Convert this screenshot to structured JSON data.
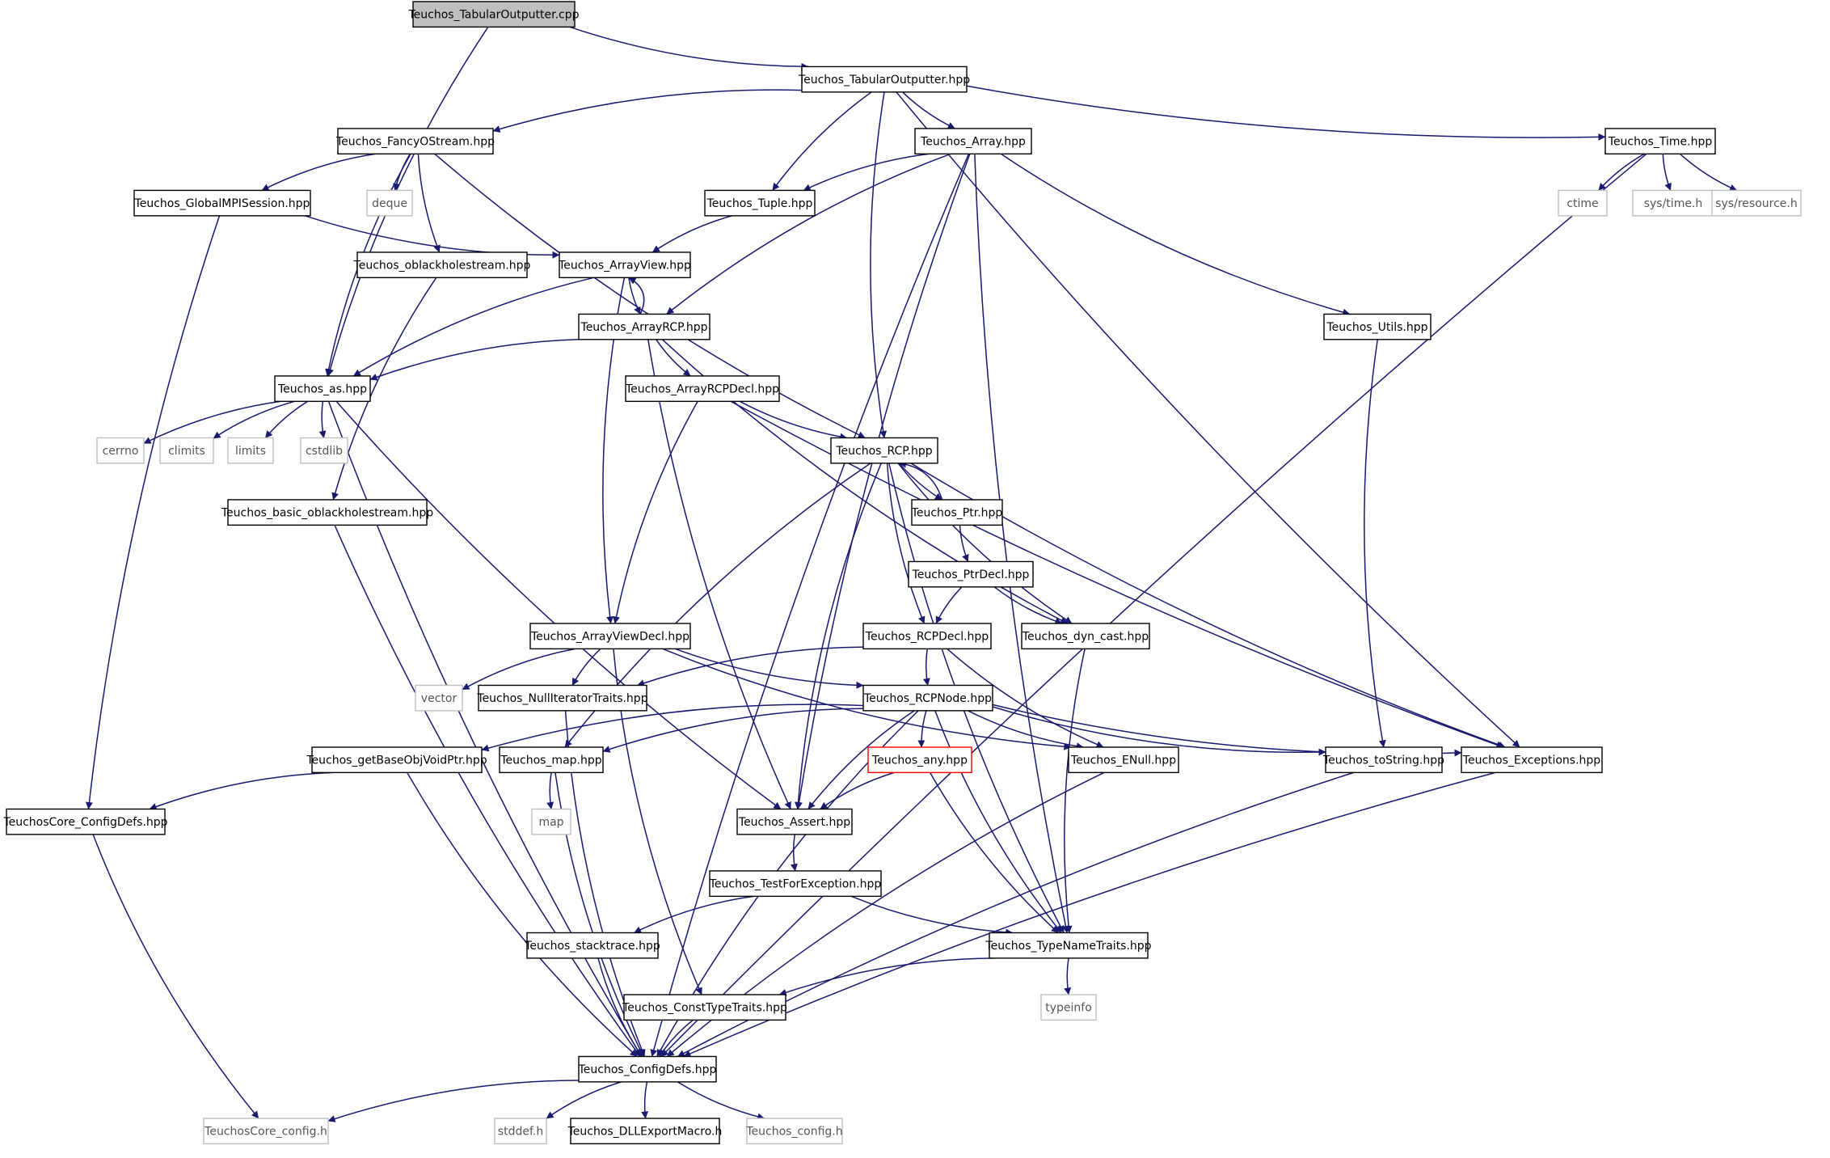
{
  "graph": {
    "root": "Teuchos_TabularOutputter.cpp",
    "colors": {
      "edge": "#191970",
      "documented_border": "#000000",
      "external_border": "#bfbfbf",
      "external_text": "#555555",
      "root_fill": "#bfbfbf",
      "highlight_border": "#ff0000"
    },
    "nodes": {
      "tabout_cpp": {
        "label": "Teuchos_TabularOutputter.cpp",
        "kind": "root"
      },
      "tabout_hpp": {
        "label": "Teuchos_TabularOutputter.hpp",
        "kind": "doc"
      },
      "fancy": {
        "label": "Teuchos_FancyOStream.hpp",
        "kind": "doc"
      },
      "array": {
        "label": "Teuchos_Array.hpp",
        "kind": "doc"
      },
      "time": {
        "label": "Teuchos_Time.hpp",
        "kind": "doc"
      },
      "globalmpi": {
        "label": "Teuchos_GlobalMPISession.hpp",
        "kind": "doc"
      },
      "deque": {
        "label": "deque",
        "kind": "ext"
      },
      "tuple": {
        "label": "Teuchos_Tuple.hpp",
        "kind": "doc"
      },
      "ctime": {
        "label": "ctime",
        "kind": "ext"
      },
      "systime": {
        "label": "sys/time.h",
        "kind": "ext"
      },
      "sysres": {
        "label": "sys/resource.h",
        "kind": "ext"
      },
      "oblack": {
        "label": "Teuchos_oblackholestream.hpp",
        "kind": "doc"
      },
      "arrayview": {
        "label": "Teuchos_ArrayView.hpp",
        "kind": "doc"
      },
      "arrayrcp": {
        "label": "Teuchos_ArrayRCP.hpp",
        "kind": "doc"
      },
      "utils": {
        "label": "Teuchos_Utils.hpp",
        "kind": "doc"
      },
      "as": {
        "label": "Teuchos_as.hpp",
        "kind": "doc"
      },
      "arrayrcpdecl": {
        "label": "Teuchos_ArrayRCPDecl.hpp",
        "kind": "doc"
      },
      "cerrno": {
        "label": "cerrno",
        "kind": "ext"
      },
      "climits": {
        "label": "climits",
        "kind": "ext"
      },
      "limits": {
        "label": "limits",
        "kind": "ext"
      },
      "cstdlib": {
        "label": "cstdlib",
        "kind": "ext"
      },
      "rcp": {
        "label": "Teuchos_RCP.hpp",
        "kind": "doc"
      },
      "basicoblack": {
        "label": "Teuchos_basic_oblackholestream.hpp",
        "kind": "doc"
      },
      "ptr": {
        "label": "Teuchos_Ptr.hpp",
        "kind": "doc"
      },
      "ptrdecl": {
        "label": "Teuchos_PtrDecl.hpp",
        "kind": "doc"
      },
      "arrayviewdecl": {
        "label": "Teuchos_ArrayViewDecl.hpp",
        "kind": "doc"
      },
      "rcpdecl": {
        "label": "Teuchos_RCPDecl.hpp",
        "kind": "doc"
      },
      "dyncast": {
        "label": "Teuchos_dyn_cast.hpp",
        "kind": "doc"
      },
      "vector": {
        "label": "vector",
        "kind": "ext"
      },
      "nulliter": {
        "label": "Teuchos_NullIteratorTraits.hpp",
        "kind": "doc"
      },
      "rcpnode": {
        "label": "Teuchos_RCPNode.hpp",
        "kind": "doc"
      },
      "getbase": {
        "label": "Teuchos_getBaseObjVoidPtr.hpp",
        "kind": "doc"
      },
      "map_hpp": {
        "label": "Teuchos_map.hpp",
        "kind": "doc"
      },
      "any": {
        "label": "Teuchos_any.hpp",
        "kind": "highlight"
      },
      "enull": {
        "label": "Teuchos_ENull.hpp",
        "kind": "doc"
      },
      "tostring": {
        "label": "Teuchos_toString.hpp",
        "kind": "doc"
      },
      "exceptions": {
        "label": "Teuchos_Exceptions.hpp",
        "kind": "doc"
      },
      "coreconfigdefs": {
        "label": "TeuchosCore_ConfigDefs.hpp",
        "kind": "doc"
      },
      "map_ext": {
        "label": "map",
        "kind": "ext"
      },
      "assert": {
        "label": "Teuchos_Assert.hpp",
        "kind": "doc"
      },
      "testforexc": {
        "label": "Teuchos_TestForException.hpp",
        "kind": "doc"
      },
      "stacktrace": {
        "label": "Teuchos_stacktrace.hpp",
        "kind": "doc"
      },
      "typename": {
        "label": "Teuchos_TypeNameTraits.hpp",
        "kind": "doc"
      },
      "consttype": {
        "label": "Teuchos_ConstTypeTraits.hpp",
        "kind": "doc"
      },
      "typeinfo": {
        "label": "typeinfo",
        "kind": "ext"
      },
      "configdefs": {
        "label": "Teuchos_ConfigDefs.hpp",
        "kind": "doc"
      },
      "coreconfig": {
        "label": "TeuchosCore_config.h",
        "kind": "ext"
      },
      "stddef": {
        "label": "stddef.h",
        "kind": "ext"
      },
      "dllexport": {
        "label": "Teuchos_DLLExportMacro.h",
        "kind": "doc"
      },
      "config_h": {
        "label": "Teuchos_config.h",
        "kind": "ext"
      }
    },
    "edges": [
      [
        "tabout_cpp",
        "tabout_hpp"
      ],
      [
        "tabout_cpp",
        "as"
      ],
      [
        "tabout_hpp",
        "fancy"
      ],
      [
        "tabout_hpp",
        "array"
      ],
      [
        "tabout_hpp",
        "time"
      ],
      [
        "tabout_hpp",
        "tuple"
      ],
      [
        "tabout_hpp",
        "rcp"
      ],
      [
        "tabout_hpp",
        "exceptions"
      ],
      [
        "fancy",
        "globalmpi"
      ],
      [
        "fancy",
        "deque"
      ],
      [
        "fancy",
        "oblack"
      ],
      [
        "fancy",
        "as"
      ],
      [
        "fancy",
        "rcp"
      ],
      [
        "array",
        "tuple"
      ],
      [
        "array",
        "arrayrcp"
      ],
      [
        "array",
        "utils"
      ],
      [
        "array",
        "assert"
      ],
      [
        "array",
        "typename"
      ],
      [
        "array",
        "configdefs"
      ],
      [
        "time",
        "ctime"
      ],
      [
        "time",
        "systime"
      ],
      [
        "time",
        "sysres"
      ],
      [
        "time",
        "configdefs"
      ],
      [
        "globalmpi",
        "arrayview"
      ],
      [
        "globalmpi",
        "coreconfigdefs"
      ],
      [
        "tuple",
        "arrayview"
      ],
      [
        "oblack",
        "basicoblack"
      ],
      [
        "arrayview",
        "arrayrcp"
      ],
      [
        "arrayview",
        "as"
      ],
      [
        "arrayview",
        "arrayviewdecl"
      ],
      [
        "arrayrcp",
        "arrayview"
      ],
      [
        "arrayrcp",
        "as"
      ],
      [
        "arrayrcp",
        "arrayrcpdecl"
      ],
      [
        "arrayrcp",
        "dyncast"
      ],
      [
        "arrayrcp",
        "assert"
      ],
      [
        "utils",
        "tostring"
      ],
      [
        "as",
        "cerrno"
      ],
      [
        "as",
        "climits"
      ],
      [
        "as",
        "limits"
      ],
      [
        "as",
        "cstdlib"
      ],
      [
        "as",
        "configdefs"
      ],
      [
        "as",
        "assert"
      ],
      [
        "arrayrcpdecl",
        "rcp"
      ],
      [
        "arrayrcpdecl",
        "arrayviewdecl"
      ],
      [
        "arrayrcpdecl",
        "exceptions"
      ],
      [
        "rcp",
        "ptr"
      ],
      [
        "rcp",
        "rcpdecl"
      ],
      [
        "rcp",
        "dyncast"
      ],
      [
        "rcp",
        "exceptions"
      ],
      [
        "rcp",
        "map_hpp"
      ],
      [
        "rcp",
        "assert"
      ],
      [
        "rcp",
        "typename"
      ],
      [
        "ptr",
        "rcp"
      ],
      [
        "ptr",
        "ptrdecl"
      ],
      [
        "ptrdecl",
        "rcpdecl"
      ],
      [
        "ptrdecl",
        "dyncast"
      ],
      [
        "basicoblack",
        "configdefs"
      ],
      [
        "arrayviewdecl",
        "vector"
      ],
      [
        "arrayviewdecl",
        "nulliter"
      ],
      [
        "arrayviewdecl",
        "rcpnode"
      ],
      [
        "arrayviewdecl",
        "enull"
      ],
      [
        "arrayviewdecl",
        "consttype"
      ],
      [
        "rcpdecl",
        "rcpnode"
      ],
      [
        "rcpdecl",
        "nulliter"
      ],
      [
        "rcpdecl",
        "enull"
      ],
      [
        "dyncast",
        "typename"
      ],
      [
        "nulliter",
        "configdefs"
      ],
      [
        "rcpnode",
        "getbase"
      ],
      [
        "rcpnode",
        "map_hpp"
      ],
      [
        "rcpnode",
        "any"
      ],
      [
        "rcpnode",
        "enull"
      ],
      [
        "rcpnode",
        "tostring"
      ],
      [
        "rcpnode",
        "exceptions"
      ],
      [
        "rcpnode",
        "assert"
      ],
      [
        "rcpnode",
        "typename"
      ],
      [
        "rcpnode",
        "configdefs"
      ],
      [
        "getbase",
        "coreconfigdefs"
      ],
      [
        "getbase",
        "configdefs"
      ],
      [
        "map_hpp",
        "map_ext"
      ],
      [
        "map_hpp",
        "configdefs"
      ],
      [
        "any",
        "assert"
      ],
      [
        "any",
        "typename"
      ],
      [
        "enull",
        "configdefs"
      ],
      [
        "tostring",
        "configdefs"
      ],
      [
        "exceptions",
        "configdefs"
      ],
      [
        "coreconfigdefs",
        "coreconfig"
      ],
      [
        "assert",
        "testforexc"
      ],
      [
        "testforexc",
        "stacktrace"
      ],
      [
        "testforexc",
        "typename"
      ],
      [
        "stacktrace",
        "configdefs"
      ],
      [
        "typename",
        "typeinfo"
      ],
      [
        "typename",
        "consttype"
      ],
      [
        "consttype",
        "configdefs"
      ],
      [
        "configdefs",
        "coreconfig"
      ],
      [
        "configdefs",
        "stddef"
      ],
      [
        "configdefs",
        "dllexport"
      ],
      [
        "configdefs",
        "config_h"
      ]
    ]
  }
}
